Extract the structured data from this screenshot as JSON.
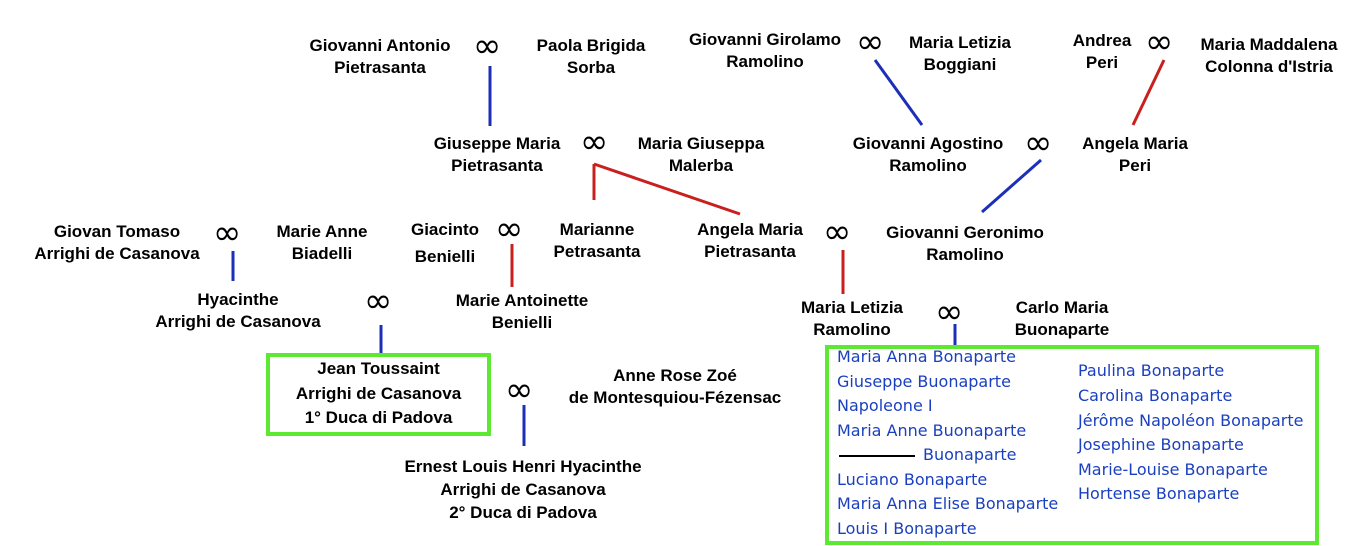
{
  "people": {
    "giovanni_antonio": [
      "Giovanni Antonio",
      "Pietrasanta"
    ],
    "paola_brigida": [
      "Paola Brigida",
      "Sorba"
    ],
    "giovanni_girolamo": [
      "Giovanni Girolamo",
      "Ramolino"
    ],
    "maria_letizia_b": [
      "Maria Letizia",
      "Boggiani"
    ],
    "andrea": [
      "Andrea",
      "Peri"
    ],
    "maria_maddalena": [
      "Maria Maddalena",
      "Colonna d'Istria"
    ],
    "giuseppe_maria": [
      "Giuseppe Maria",
      "Pietrasanta"
    ],
    "maria_giuseppa": [
      "Maria Giuseppa",
      "Malerba"
    ],
    "giovanni_agostino": [
      "Giovanni Agostino",
      "Ramolino"
    ],
    "angela_maria_peri": [
      "Angela Maria",
      "Peri"
    ],
    "giovan_tomaso": [
      "Giovan Tomaso",
      "Arrighi de Casanova"
    ],
    "marie_anne": [
      "Marie Anne",
      "Biadelli"
    ],
    "giacinto": [
      "Giacinto",
      "Benielli"
    ],
    "marianne": [
      "Marianne",
      "Petrasanta"
    ],
    "angela_maria_p": [
      "Angela Maria",
      "Pietrasanta"
    ],
    "giovanni_geronimo": [
      "Giovanni Geronimo",
      "Ramolino"
    ],
    "hyacinthe": [
      "Hyacinthe",
      "Arrighi de Casanova"
    ],
    "marie_antoinette": [
      "Marie Antoinette",
      "Benielli"
    ],
    "maria_letizia_r": [
      "Maria Letizia",
      "Ramolino"
    ],
    "carlo_maria": [
      "Carlo Maria",
      "Buonaparte"
    ],
    "jean_toussaint": [
      "Jean Toussaint",
      "Arrighi de Casanova",
      "1° Duca di Padova"
    ],
    "anne_rose": [
      "Anne Rose Zoé",
      "de Montesquiou-Fézensac"
    ],
    "ernest": [
      "Ernest Louis Henri Hyacinthe",
      "Arrighi de Casanova",
      "2° Duca di Padova"
    ]
  },
  "marriage_symbol": "∞",
  "children": {
    "left": [
      "Maria Anna Bonaparte",
      "Giuseppe Buonaparte",
      "Napoleone I",
      "Maria Anne Buonaparte",
      "Buonaparte",
      "Luciano Bonaparte",
      "Maria Anna Elise Bonaparte",
      "Louis I Bonaparte"
    ],
    "right": [
      "Paulina Bonaparte",
      "Carolina Bonaparte",
      "Jérôme Napoléon Bonaparte",
      "Josephine Bonaparte",
      "Marie-Louise Bonaparte",
      "Hortense Bonaparte"
    ]
  },
  "colors": {
    "paternal_line": "#1c2fb8",
    "maternal_line": "#c8201e",
    "highlight_box": "#5de832",
    "children_text": "#1a3fbf"
  }
}
